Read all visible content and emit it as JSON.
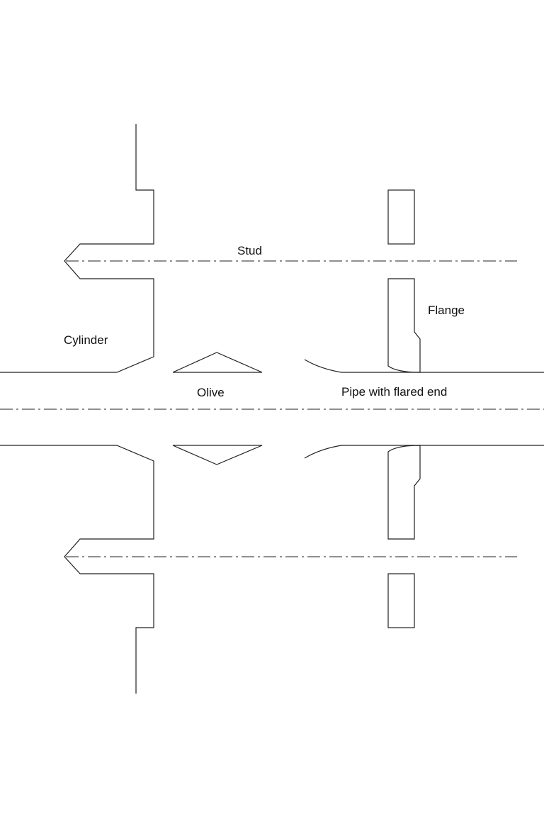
{
  "labels": {
    "stud": "Stud",
    "flange": "Flange",
    "cylinder": "Cylinder",
    "olive": "Olive",
    "pipe": "Pipe with flared end"
  },
  "colors": {
    "stroke": "#222222",
    "background": "#ffffff"
  }
}
